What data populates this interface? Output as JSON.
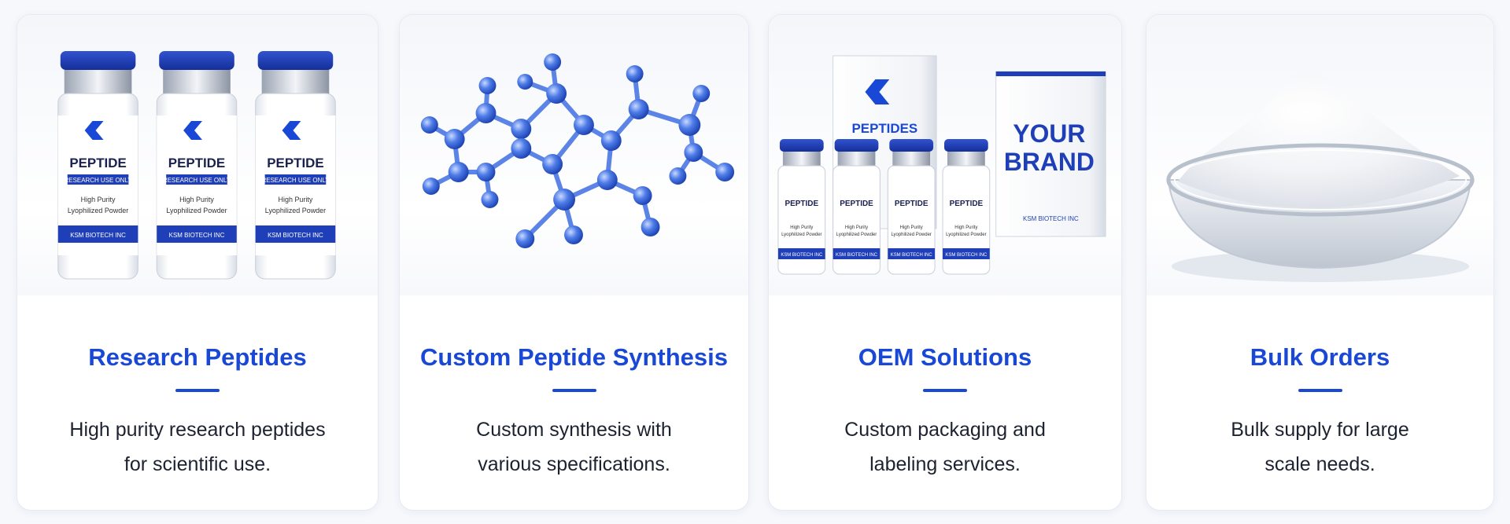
{
  "cards": [
    {
      "title": "Research Peptides",
      "desc_lines": [
        "High purity research peptides",
        "for scientific use."
      ],
      "image": {
        "vial_label": "PEPTIDE",
        "vial_badge": "RESEARCH USE ONLY",
        "vial_line1": "High Purity",
        "vial_line2": "Lyophilized Powder",
        "vial_footer": "KSM BIOTECH INC"
      }
    },
    {
      "title": "Custom Peptide Synthesis",
      "desc_lines": [
        "Custom synthesis with",
        "various specifications."
      ]
    },
    {
      "title": "OEM Solutions",
      "desc_lines": [
        "Custom packaging and",
        "labeling services."
      ],
      "image": {
        "box_label": "PEPTIDES",
        "brand_line1": "YOUR",
        "brand_line2": "BRAND",
        "brand_footer": "KSM BIOTECH INC",
        "vial_label": "PEPTIDE",
        "vial_line1": "High Purity",
        "vial_line2": "Lyophilized Powder",
        "vial_footer": "KSM BIOTECH INC"
      }
    },
    {
      "title": "Bulk Orders",
      "desc_lines": [
        "Bulk supply for large",
        "scale needs."
      ]
    }
  ],
  "colors": {
    "accent": "#1a48d6",
    "vial_cap": "#1f3fb8",
    "text": "#1d2230"
  }
}
